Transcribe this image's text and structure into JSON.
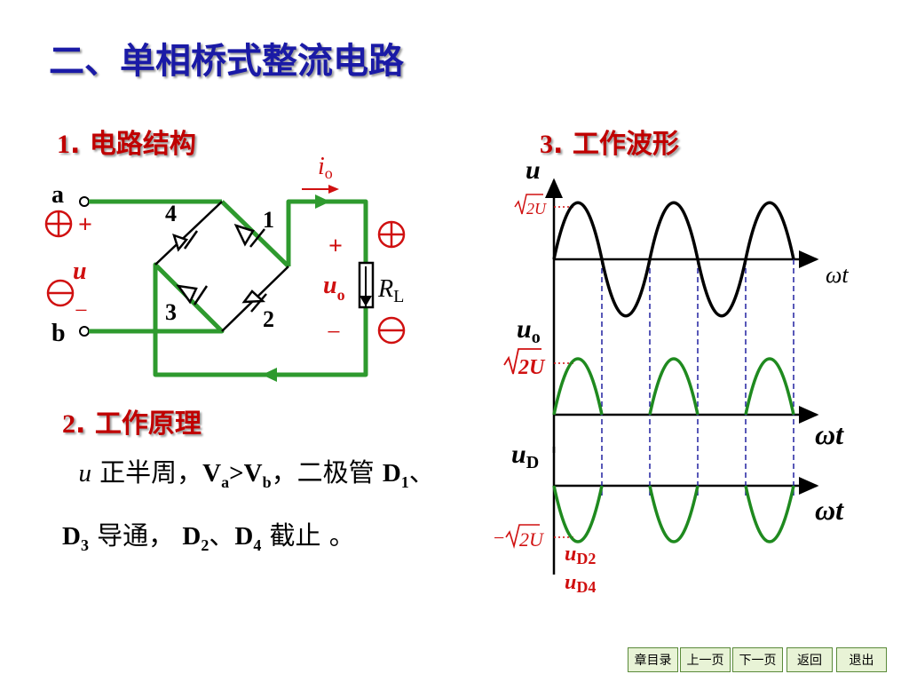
{
  "title": "二、单相桥式整流电路",
  "section1": {
    "num": "1",
    "label": ". 电路结构"
  },
  "section2": {
    "num": "2",
    "label": ".  工作原理"
  },
  "section3": {
    "num": "3",
    "label": ".  工作波形"
  },
  "principle": {
    "u": "u",
    "t1": " 正半周，",
    "va": "V",
    "va_sub": "a",
    "gt": ">",
    "vb": "V",
    "vb_sub": "b",
    "t2": "，二极管 ",
    "d1": "D",
    "d1_sub": "1",
    "t3": "、 ",
    "d3": "D",
    "d3_sub": "3",
    "t4": " 导通， ",
    "d2": "D",
    "d2_sub": "2",
    "t5": "、",
    "d4": "D",
    "d4_sub": "4",
    "t6": " 截止 。"
  },
  "circuit": {
    "terminal_a": "a",
    "terminal_b": "b",
    "plus": "+",
    "minus": "−",
    "u": "u",
    "io_i": "i",
    "io_sub": "o",
    "uo_u": "u",
    "uo_sub": "o",
    "rl_r": "R",
    "rl_sub": "L",
    "d1": "1",
    "d2": "2",
    "d3": "3",
    "d4": "4",
    "colors": {
      "wire": "#2e9a2e",
      "red": "#d01010",
      "black": "#000000"
    }
  },
  "waves": {
    "u_label": "u",
    "wt_label": "ωt",
    "uo_u": "u",
    "uo_sub": "o",
    "ud_u": "u",
    "ud_sub": "D",
    "ud2_u": "u",
    "ud2_sub": "D2",
    "ud4_u": "u",
    "ud4_sub": "D4",
    "peak_label": "2U",
    "neg_label": "−",
    "colors": {
      "input": "#000000",
      "output": "#1f8a1f",
      "guide": "#2020a0",
      "label": "#d01010"
    }
  },
  "nav": {
    "chapter": "章目录",
    "prev": "上一页",
    "next": "下一页",
    "back": "返回",
    "exit": "退出"
  }
}
